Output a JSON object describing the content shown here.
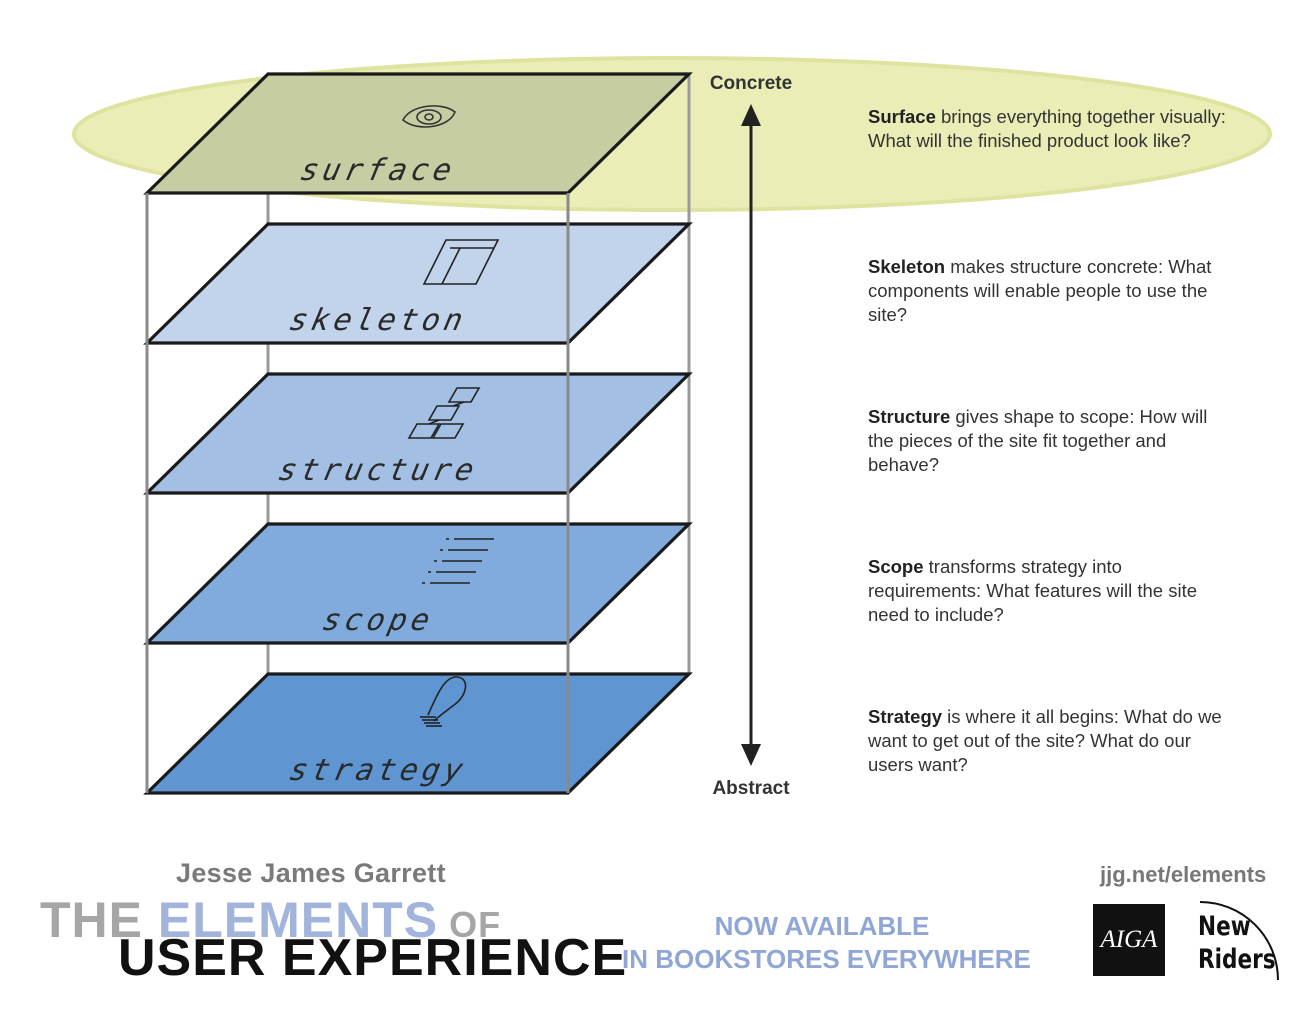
{
  "diagram": {
    "axis": {
      "top_label": "Concrete",
      "bottom_label": "Abstract"
    },
    "layers": [
      {
        "id": "surface",
        "label": "surface",
        "icon": "eye-icon",
        "fill": "#c7cda3",
        "term": "Surface",
        "text": " brings everything together visually: What will the finished product look like?"
      },
      {
        "id": "skeleton",
        "label": "skeleton",
        "icon": "wireframe-icon",
        "fill": "#c2d4ec",
        "term": "Skeleton",
        "text": " makes structure concrete: What components will enable people to use the site?"
      },
      {
        "id": "structure",
        "label": "structure",
        "icon": "flowchart-icon",
        "fill": "#a3c0e4",
        "term": "Structure",
        "text": " gives shape to scope: How will the pieces of the site fit together and behave?"
      },
      {
        "id": "scope",
        "label": "scope",
        "icon": "list-icon",
        "fill": "#80abdc",
        "term": "Scope",
        "text": " transforms strategy into requirements: What features will the site need to include?"
      },
      {
        "id": "strategy",
        "label": "strategy",
        "icon": "lightbulb-icon",
        "fill": "#5f95d0",
        "term": "Strategy",
        "text": " is where it all begins: What do we want to get out of the site? What do our users want?"
      }
    ],
    "highlight_color": "#d9de7a"
  },
  "footer": {
    "author": "Jesse James Garrett",
    "title_the": "THE ",
    "title_elements": "ELEMENTS",
    "title_of": " OF",
    "title_main": "USER EXPERIENCE",
    "promo_line1": "NOW AVAILABLE",
    "promo_line2": "IN BOOKSTORES EVERYWHERE",
    "url": "jjg.net/elements",
    "logo_aiga": "AIGA",
    "logo_nr_line1": "New",
    "logo_nr_line2": "Riders"
  }
}
